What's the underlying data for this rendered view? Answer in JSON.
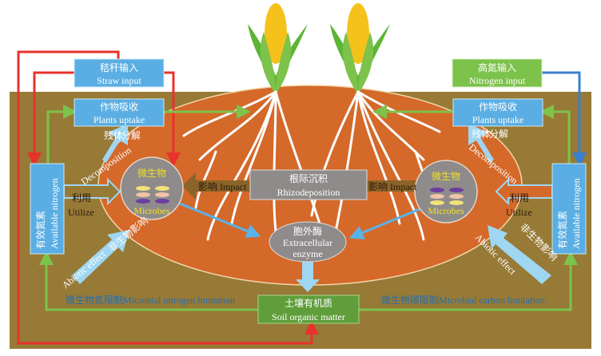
{
  "colors": {
    "soil": "#977a36",
    "rhizosphere": "#d4692a",
    "blue_box": "#5aaee3",
    "green_box": "#7dc24b",
    "som_box": "#5f9e3a",
    "gray": "#8f8b8b",
    "red": "#e8322c",
    "green_line": "#7dc24b",
    "blue_line": "#3a7fcf",
    "light_arrow": "#9fd6f2"
  },
  "straw_input": {
    "zh": "秸秆输入",
    "en": "Straw input"
  },
  "nitrogen_input": {
    "zh": "高氮输入",
    "en": "Nitrogen input"
  },
  "plants_uptake_left": {
    "zh": "作物吸收",
    "en": "Plants uptake"
  },
  "plants_uptake_right": {
    "zh": "作物吸收",
    "en": "Plants uptake"
  },
  "available_nitrogen_left": {
    "zh": "有效氮素",
    "en": "Available nitrogen"
  },
  "available_nitrogen_right": {
    "zh": "有效氮素",
    "en": "Available nitrogen"
  },
  "microbes_left": {
    "zh": "微生物",
    "en": "Microbes"
  },
  "microbes_right": {
    "zh": "微生物",
    "en": "Microbes"
  },
  "decomposition_left": {
    "zh1": "残体",
    "zh2": "分解",
    "en": "Decomposition"
  },
  "decomposition_right": {
    "zh1": "残体",
    "zh2": "分解",
    "en": "Decomposition"
  },
  "utilize_left": {
    "zh": "利用",
    "en": "Utilize"
  },
  "utilize_right": {
    "zh": "利用",
    "en": "Utilize"
  },
  "impact_left": "影响 Impact",
  "impact_right": "影响 Impact",
  "rhizodeposition": {
    "zh": "根际沉积",
    "en": "Rhizodeposition"
  },
  "enzyme": {
    "zh": "胞外酶",
    "en1": "Extracellular",
    "en2": "enzyme"
  },
  "abiotic_left": {
    "zh": "非生物影响",
    "en": "Abiotic effect"
  },
  "abiotic_right": {
    "zh": "非生物影响",
    "en": "Abiotic effect"
  },
  "soil_organic_matter": {
    "zh": "土壤有机质",
    "en": "Soil organic matter"
  },
  "n_limitation": "微生物氮限制Microbial nitrogen limitation",
  "c_limitation": "微生物碳限制Microbial carbon limitation"
}
